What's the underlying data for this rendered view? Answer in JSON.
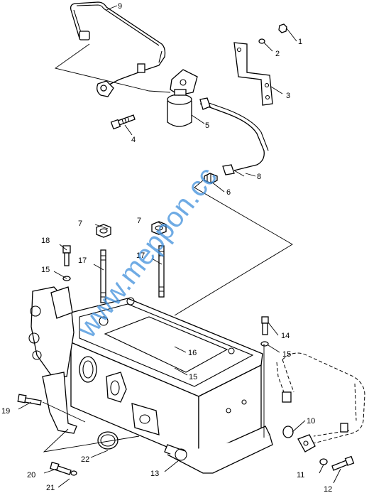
{
  "watermark": "www.meppon.cc",
  "colors": {
    "line": "#000000",
    "watermark": "#3f8fdc",
    "background": "#ffffff"
  },
  "callouts": {
    "c1": "1",
    "c2": "2",
    "c3": "3",
    "c4": "4",
    "c5": "5",
    "c6": "6",
    "c7a": "7",
    "c7b": "7",
    "c8": "8",
    "c9": "9",
    "c10": "10",
    "c11": "11",
    "c12": "12",
    "c13": "13",
    "c14": "14",
    "c15a": "15",
    "c15b": "15",
    "c15c": "15",
    "c16": "16",
    "c17a": "17",
    "c17b": "17",
    "c18": "18",
    "c19": "19",
    "c20": "20",
    "c21": "21",
    "c22": "22"
  }
}
